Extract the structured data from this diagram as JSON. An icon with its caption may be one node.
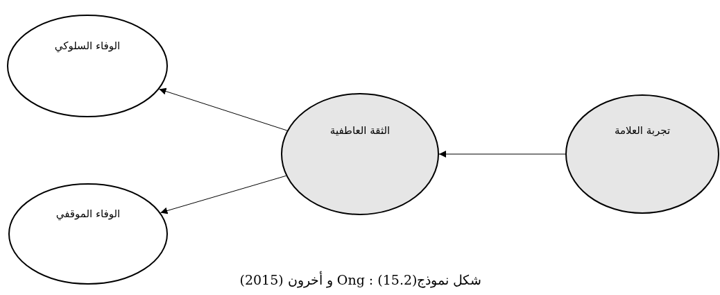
{
  "diagram": {
    "caption": "شكل نموذج(15.2) : Ong و أخرون (2015)",
    "nodes": [
      {
        "text": [
          "الوفاء السلوكي"
        ]
      },
      {
        "text": [
          "الثقة العاطفية"
        ]
      },
      {
        "text": [
          "تجربة العلامة"
        ]
      },
      {
        "text": [
          "الوفاء الموقفي"
        ]
      }
    ],
    "edges": [
      {
        "from": 2,
        "to": 1,
        "arrow": "to"
      },
      {
        "from": 1,
        "to": 0,
        "arrow": "to"
      },
      {
        "from": 1,
        "to": 3,
        "arrow": "to"
      }
    ]
  }
}
